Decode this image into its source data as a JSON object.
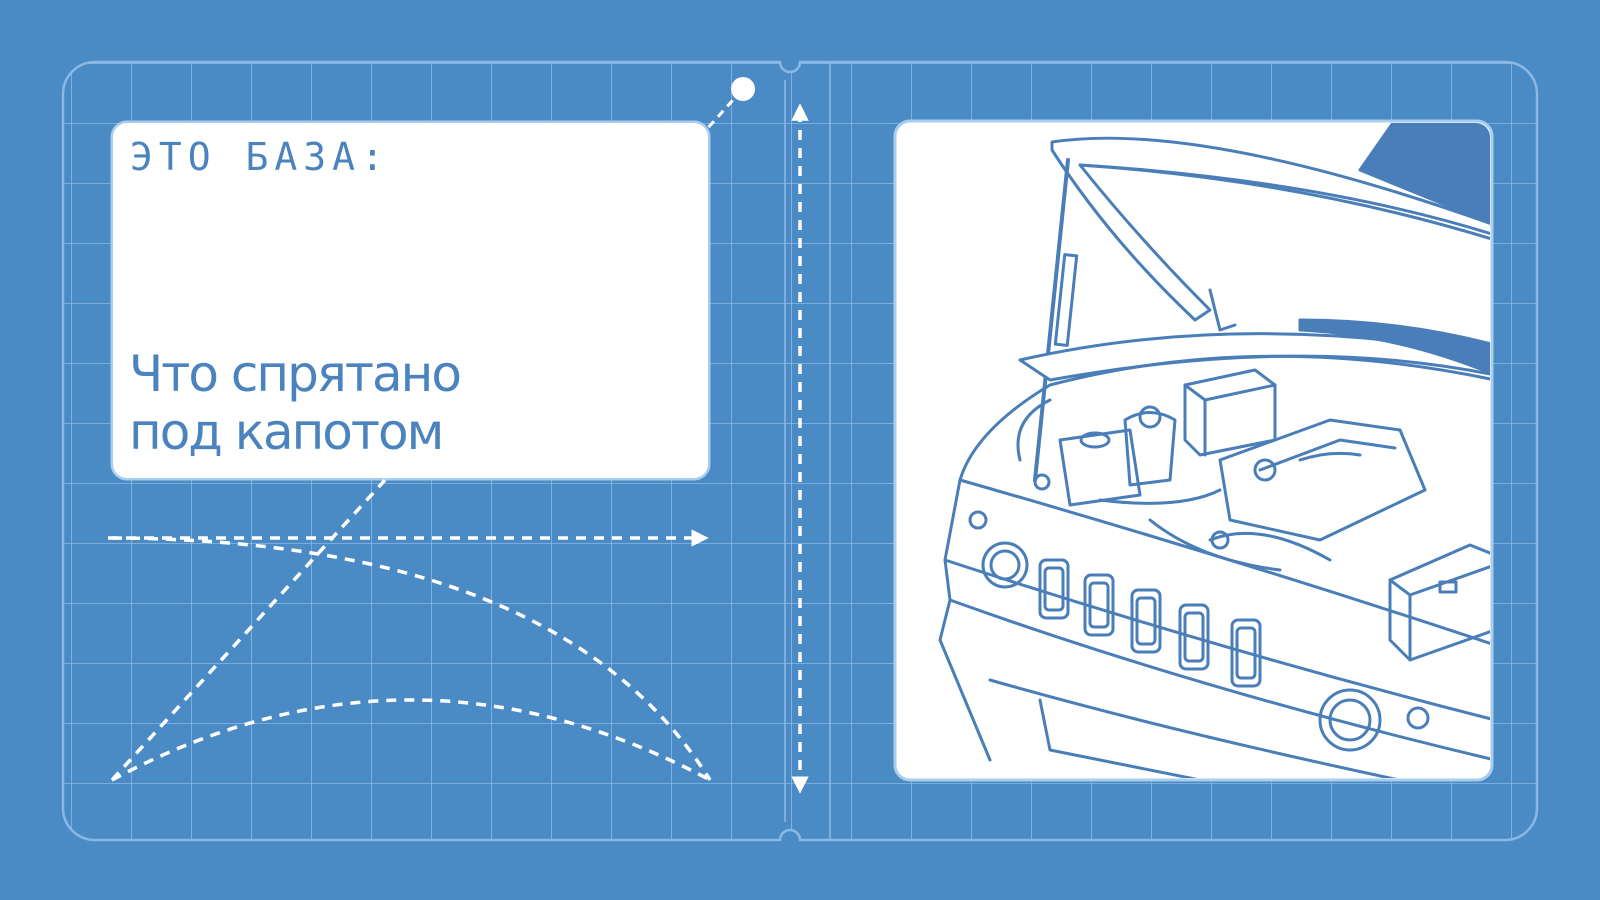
{
  "card": {
    "eyebrow": "ЭТО БАЗА:",
    "title_line1": "Что спрятано",
    "title_line2": "под капотом"
  },
  "colors": {
    "background": "#4b8bc5",
    "grid": "#8ab8e4",
    "card": "#ffffff",
    "text": "#4a83be"
  },
  "illustration": {
    "subject": "car-engine-bay-under-hood"
  }
}
